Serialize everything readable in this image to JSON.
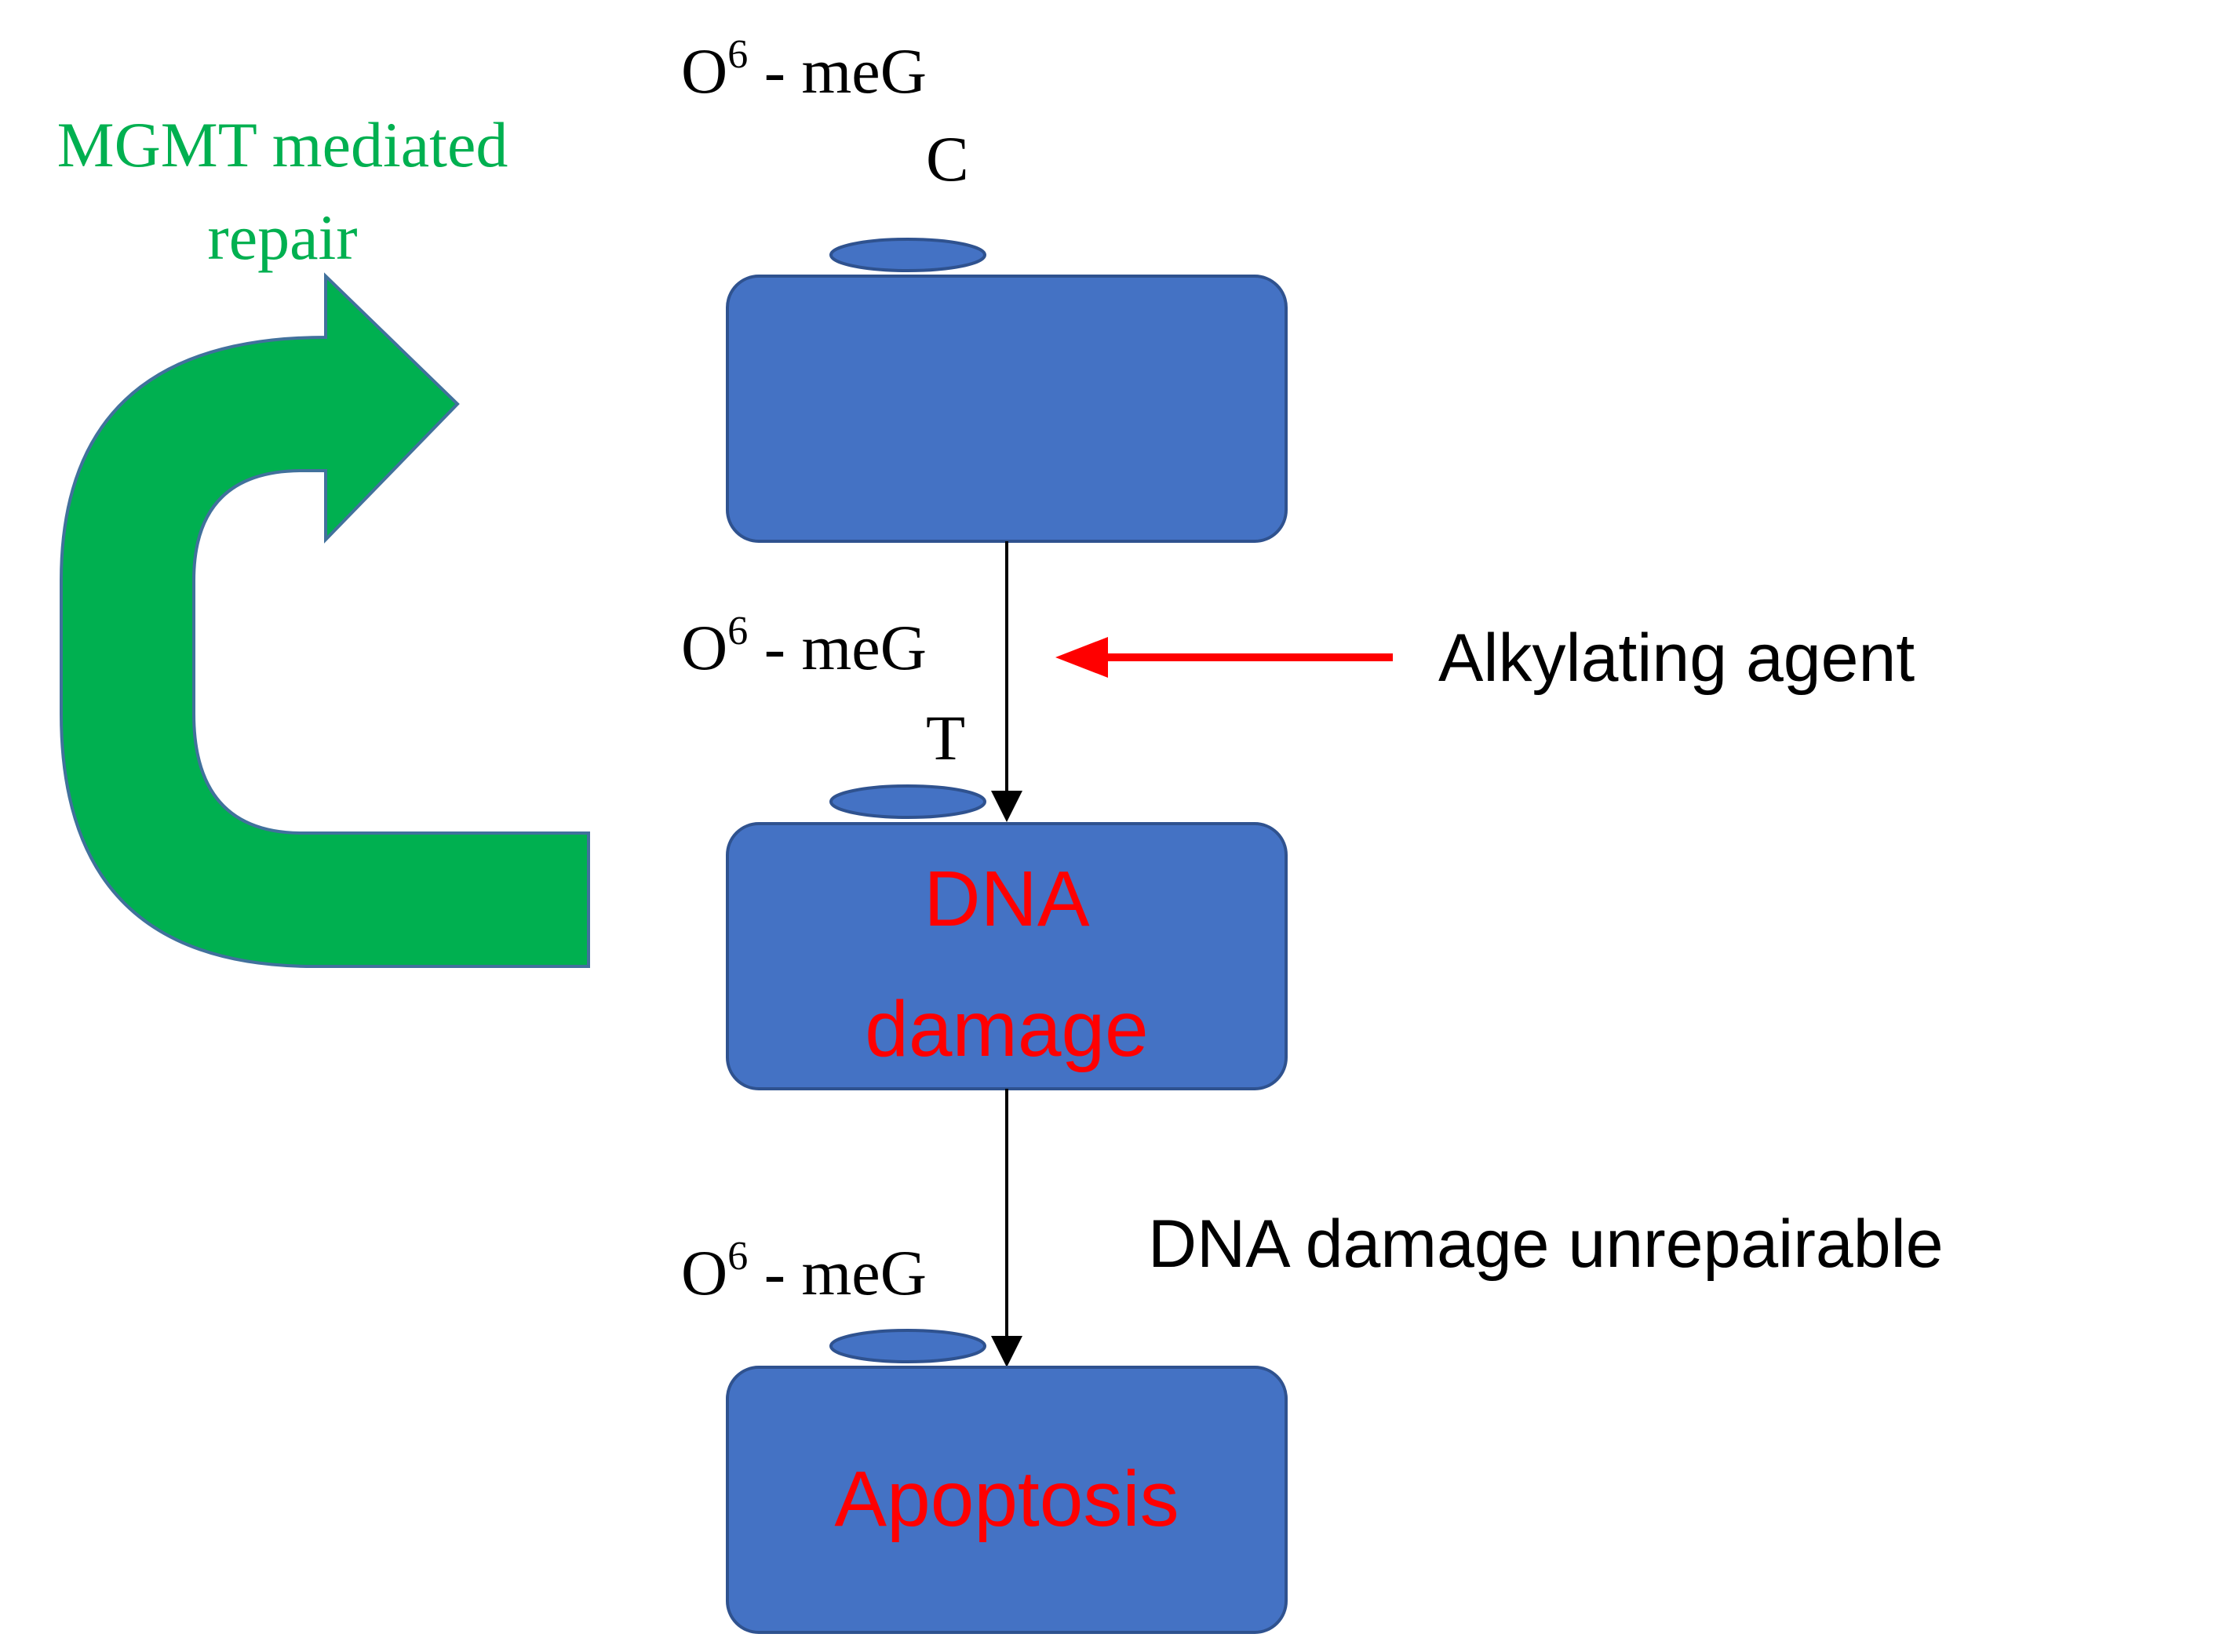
{
  "colors": {
    "box_fill": "#4472C4",
    "box_stroke": "#2F528F",
    "repair_arrow": "#00B050",
    "repair_arrow_outline": "#41719C",
    "repair_text": "#00B050",
    "highlight_text": "#FF0000",
    "agent_arrow": "#FF0000",
    "text": "#000000"
  },
  "repair": {
    "label_line1": "MGMT mediated",
    "label_line2": "repair"
  },
  "stages": [
    {
      "lesion_base": "O",
      "lesion_sup": "6",
      "lesion_rest": " - meG",
      "pair": "C",
      "box_label": ""
    },
    {
      "lesion_base": "O",
      "lesion_sup": "6",
      "lesion_rest": " - meG",
      "pair": "T",
      "box_label_line1": "DNA",
      "box_label_line2": "damage"
    },
    {
      "lesion_base": "O",
      "lesion_sup": "6",
      "lesion_rest": " - meG",
      "pair": "",
      "box_label": "Apoptosis"
    }
  ],
  "alkylating_agent": {
    "label": "Alkylating agent"
  },
  "unrepairable": {
    "label": "DNA damage unrepairable"
  }
}
